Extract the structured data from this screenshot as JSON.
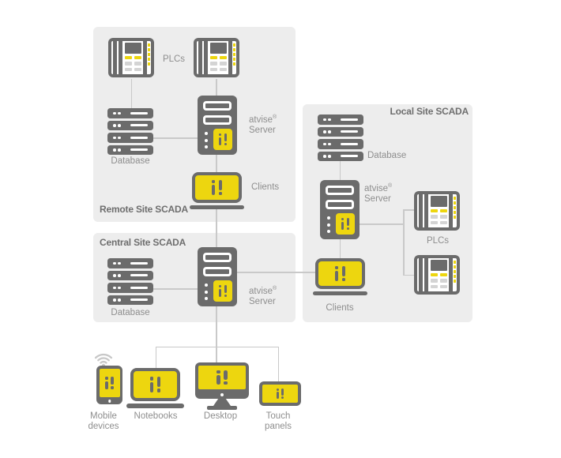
{
  "colors": {
    "brand-yellow": "#edd60f",
    "icon-gray": "#6b6b6b",
    "panel-gray": "#ededed",
    "connector-gray": "#c9c9c9",
    "label-gray": "#8e8e8e",
    "title-gray": "#6e6e6e"
  },
  "groups": {
    "remote": {
      "title": "Remote Site SCADA"
    },
    "central": {
      "title": "Central Site SCADA"
    },
    "local": {
      "title": "Local Site SCADA"
    }
  },
  "labels": {
    "plcs": "PLCs",
    "database": "Database",
    "atvise": "atvise",
    "reg": "®",
    "server": "Server",
    "clients": "Clients",
    "mobile_line1": "Mobile",
    "mobile_line2": "devices",
    "notebooks": "Notebooks",
    "desktop": "Desktop",
    "touch_line1": "Touch",
    "touch_line2": "panels"
  }
}
